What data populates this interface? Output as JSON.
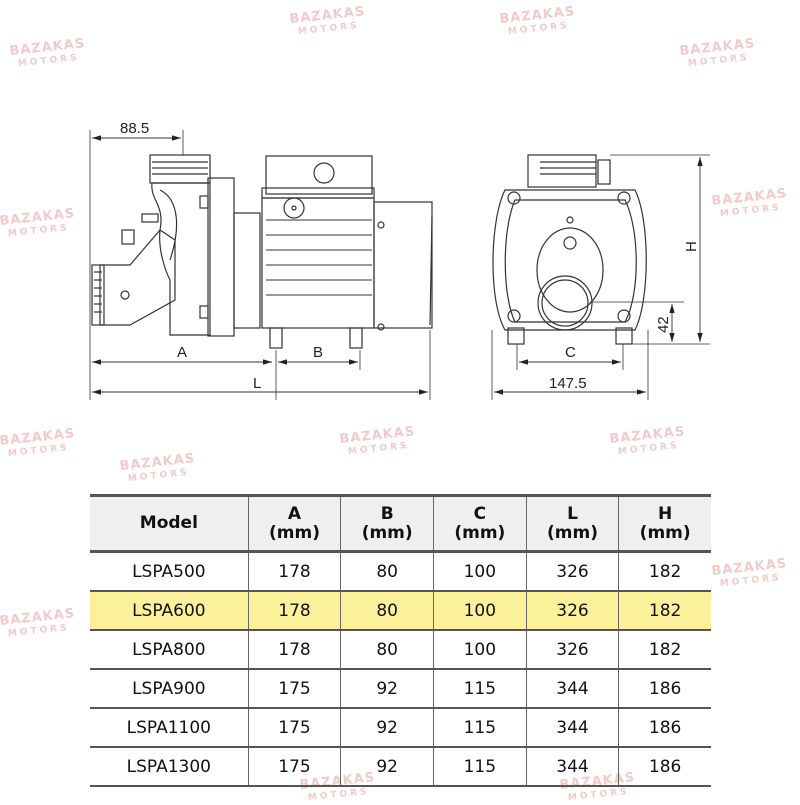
{
  "watermark": {
    "line1": "BAZAKAS",
    "line2": "MOTORS"
  },
  "drawing": {
    "side_view": {
      "dim_top": "88.5",
      "dim_a": "A",
      "dim_b": "B",
      "dim_l": "L"
    },
    "front_view": {
      "dim_c": "C",
      "dim_width": "147.5",
      "dim_h": "H",
      "dim_42": "42"
    }
  },
  "table": {
    "headers": [
      {
        "line1": "Model",
        "line2": ""
      },
      {
        "line1": "A",
        "line2": "(mm)"
      },
      {
        "line1": "B",
        "line2": "(mm)"
      },
      {
        "line1": "C",
        "line2": "(mm)"
      },
      {
        "line1": "L",
        "line2": "(mm)"
      },
      {
        "line1": "H",
        "line2": "(mm)"
      }
    ],
    "highlight_color": "#fbf19a",
    "rows": [
      [
        "LSPA500",
        "178",
        "80",
        "100",
        "326",
        "182"
      ],
      [
        "LSPA600",
        "178",
        "80",
        "100",
        "326",
        "182"
      ],
      [
        "LSPA800",
        "178",
        "80",
        "100",
        "326",
        "182"
      ],
      [
        "LSPA900",
        "175",
        "92",
        "115",
        "344",
        "186"
      ],
      [
        "LSPA1100",
        "175",
        "92",
        "115",
        "344",
        "186"
      ],
      [
        "LSPA1300",
        "175",
        "92",
        "115",
        "344",
        "186"
      ]
    ],
    "highlighted_row": 1
  }
}
